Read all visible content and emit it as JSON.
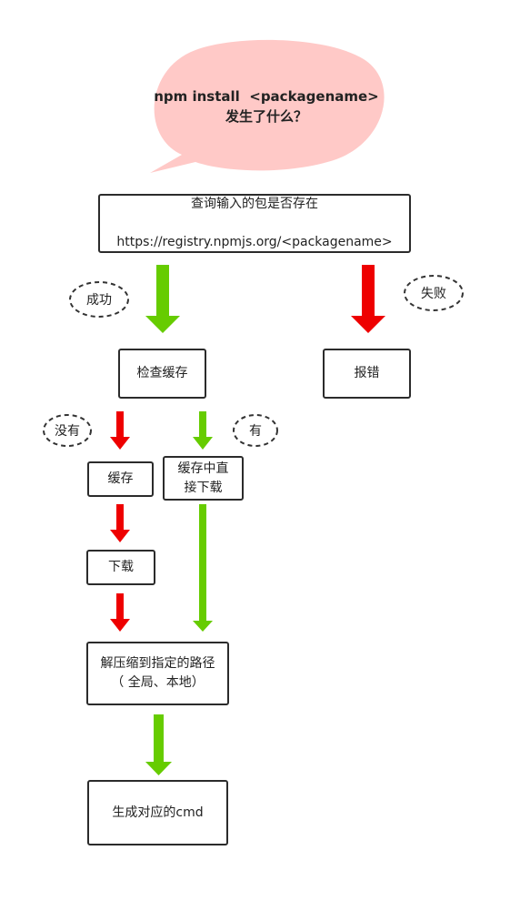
{
  "question": {
    "line1": "npm install  <packagename>",
    "line2": "发生了什么？"
  },
  "nodes": {
    "query": {
      "line1": "查询输入的包是否存在",
      "line2": "https://registry.npmjs.org/<packagename>"
    },
    "check_cache": "检查缓存",
    "error": "报错",
    "cache": "缓存",
    "download_cache": "缓存中直\n接下载",
    "download": "下载",
    "extract": "解压缩到指定的路径\n（ 全局、本地）",
    "generate": "生成对应的cmd"
  },
  "labels": {
    "success": "成功",
    "fail": "失败",
    "none": "没有",
    "has": "有"
  },
  "colors": {
    "bubble": "#ffc9c7",
    "green_arrow": "#66cc00",
    "red_arrow": "#ee0000",
    "border": "#2b2b2b"
  }
}
